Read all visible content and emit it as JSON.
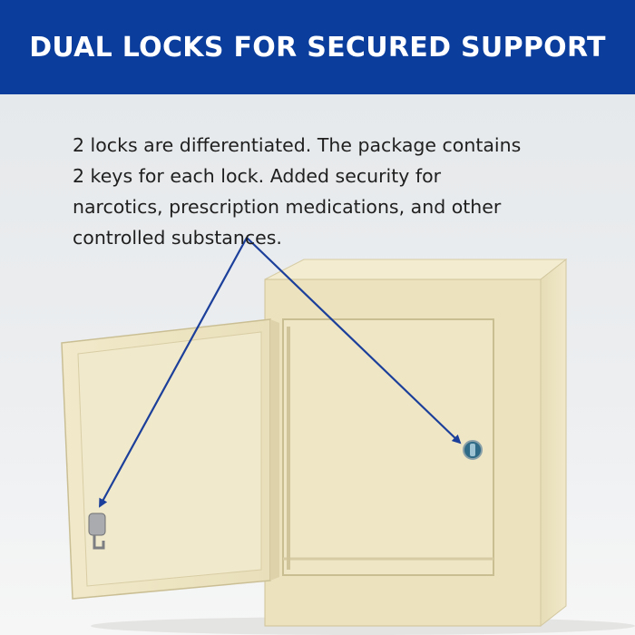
{
  "banner": {
    "title": "DUAL LOCKS FOR SECURED SUPPORT",
    "background_color": "#0b3d9c",
    "text_color": "#ffffff"
  },
  "description": {
    "lines": [
      "2 locks are differentiated. The package contains",
      "2 keys for each lock. Added security for",
      "narcotics, prescription medications, and other",
      "controlled substances."
    ]
  },
  "colors": {
    "cabinet": "#efe6c4",
    "arrow": "#1b3f9a"
  }
}
